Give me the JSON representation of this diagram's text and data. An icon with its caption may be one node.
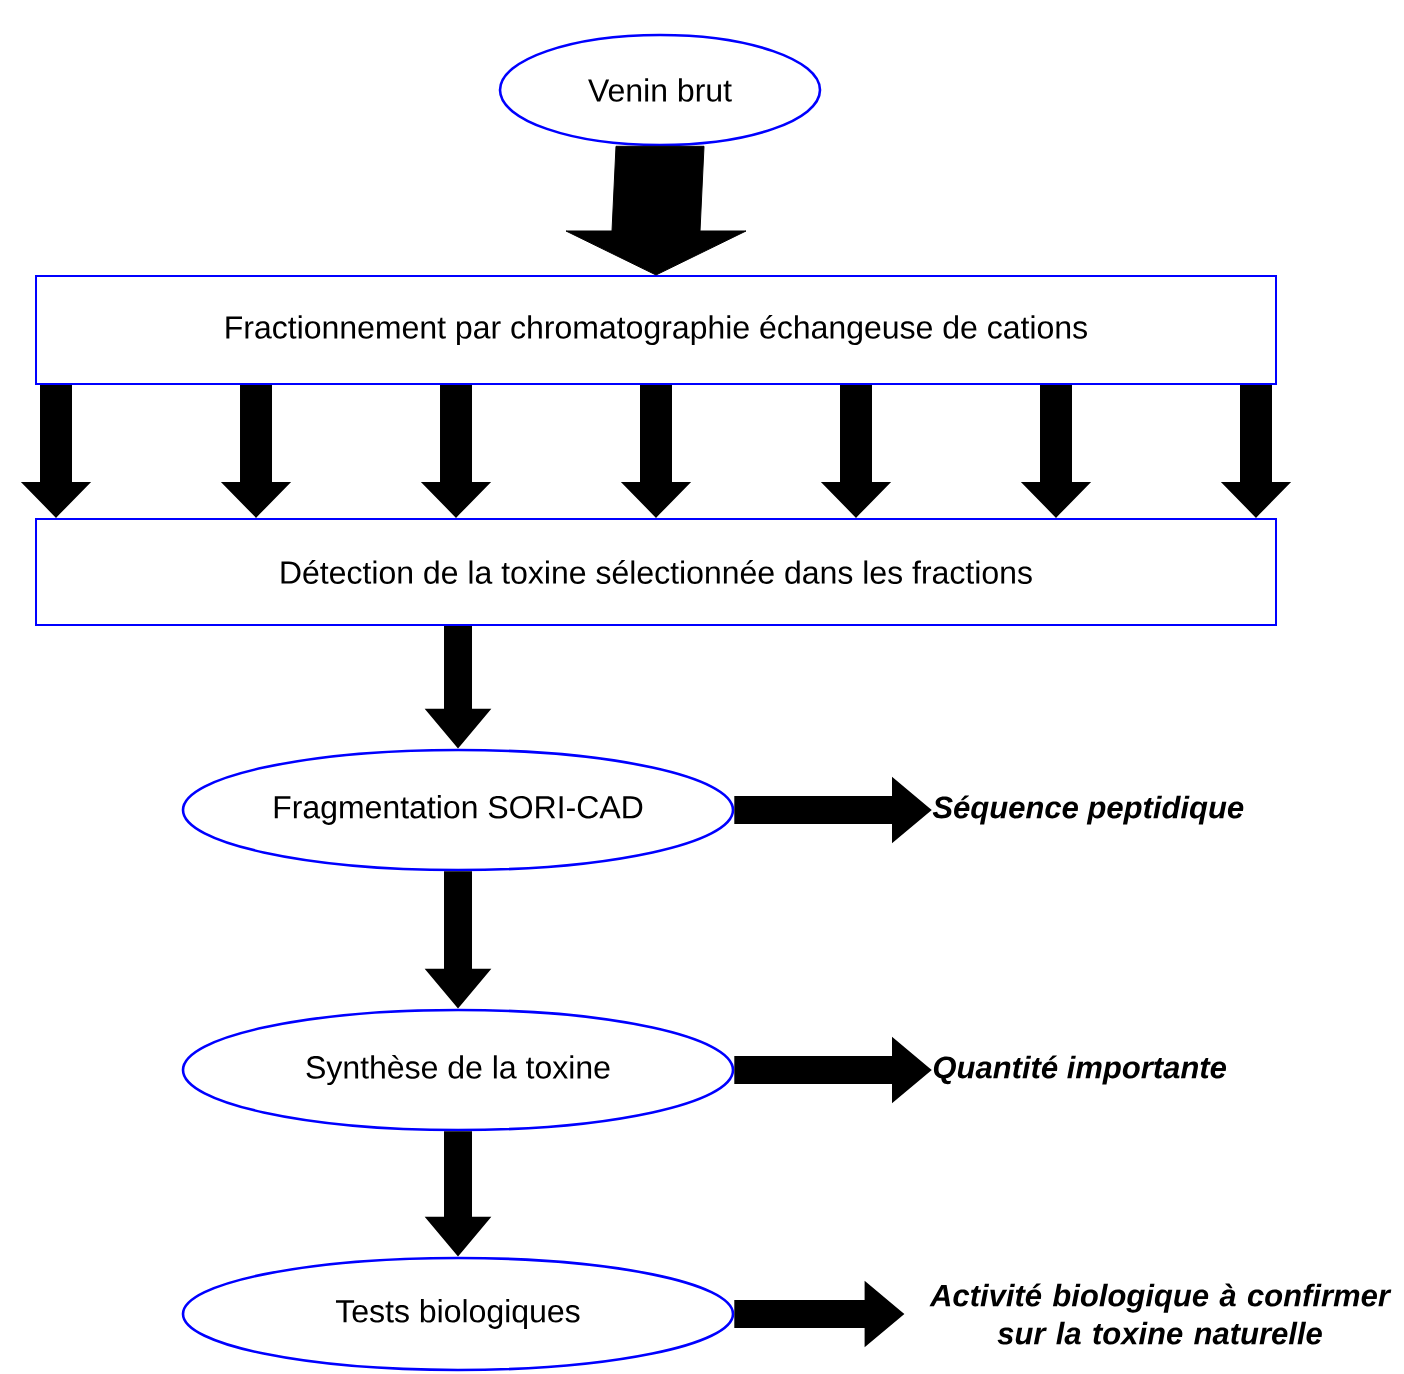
{
  "diagram": {
    "nodes": [
      {
        "text": [
          "Venin brut"
        ]
      },
      {
        "text": [
          "Fractionnement par chromatographie échangeuse de cations"
        ]
      },
      {
        "text": [
          "Détection de la toxine sélectionnée dans les fractions"
        ]
      },
      {
        "text": [
          "Fragmentation SORI-CAD"
        ]
      },
      {
        "text": [
          "Séquence peptidique"
        ]
      },
      {
        "text": [
          "Synthèse de la toxine"
        ]
      },
      {
        "text": [
          "Quantité importante"
        ]
      },
      {
        "text": [
          "Tests biologiques"
        ]
      },
      {
        "text": [
          "Activité biologique à confirmer sur la toxine naturelle"
        ]
      }
    ],
    "edges": [
      {
        "from": 0,
        "to": 1,
        "arrow": "to",
        "style": "thick"
      },
      {
        "from": 1,
        "to": 2,
        "arrow": "to"
      },
      {
        "from": 1,
        "to": 2,
        "arrow": "to"
      },
      {
        "from": 1,
        "to": 2,
        "arrow": "to"
      },
      {
        "from": 1,
        "to": 2,
        "arrow": "to"
      },
      {
        "from": 1,
        "to": 2,
        "arrow": "to"
      },
      {
        "from": 1,
        "to": 2,
        "arrow": "to"
      },
      {
        "from": 1,
        "to": 2,
        "arrow": "to"
      },
      {
        "from": 2,
        "to": 3,
        "arrow": "to"
      },
      {
        "from": 3,
        "to": 4,
        "arrow": "to"
      },
      {
        "from": 3,
        "to": 5,
        "arrow": "to"
      },
      {
        "from": 5,
        "to": 6,
        "arrow": "to"
      },
      {
        "from": 5,
        "to": 7,
        "arrow": "to"
      },
      {
        "from": 7,
        "to": 8,
        "arrow": "to"
      }
    ]
  }
}
